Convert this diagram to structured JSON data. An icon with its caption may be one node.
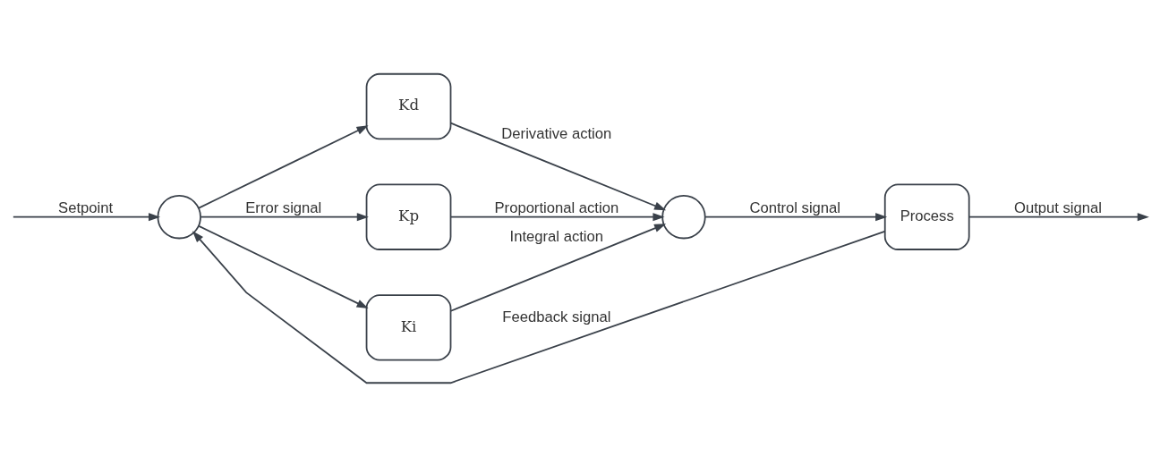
{
  "diagram": {
    "nodes": [
      {
        "text": [],
        "shape": "circle"
      },
      {
        "text": [
          "Kd"
        ]
      },
      {
        "text": [
          "Kp"
        ]
      },
      {
        "text": [
          "Ki"
        ]
      },
      {
        "text": [],
        "shape": "circle"
      },
      {
        "text": [
          "Process"
        ]
      }
    ],
    "edges": [
      {
        "from": null,
        "to": 0,
        "arrow": "to",
        "label": "Setpoint"
      },
      {
        "from": 0,
        "to": 1,
        "arrow": "to"
      },
      {
        "from": 0,
        "to": 2,
        "arrow": "to",
        "label": "Error signal"
      },
      {
        "from": 0,
        "to": 3,
        "arrow": "to"
      },
      {
        "from": 1,
        "to": 4,
        "arrow": "to",
        "label": "Derivative action"
      },
      {
        "from": 2,
        "to": 4,
        "arrow": "to",
        "label": "Proportional action"
      },
      {
        "from": 3,
        "to": 4,
        "arrow": "to",
        "label": "Integral action"
      },
      {
        "from": 4,
        "to": 5,
        "arrow": "to",
        "label": "Control signal"
      },
      {
        "from": 5,
        "to": null,
        "arrow": "to",
        "label": "Output signal"
      },
      {
        "from": 5,
        "to": 0,
        "arrow": "to",
        "label": "Feedback signal"
      }
    ]
  }
}
